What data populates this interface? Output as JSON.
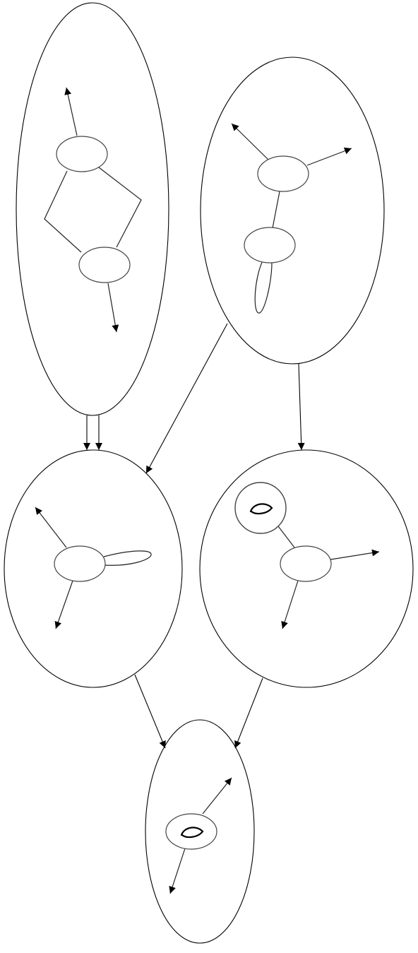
{
  "diagram": {
    "type": "nested-graph",
    "nodes": [
      {
        "id": "top-left",
        "inner_nodes": 2,
        "inner_marks": []
      },
      {
        "id": "top-right",
        "inner_nodes": 2,
        "inner_marks": []
      },
      {
        "id": "middle-left",
        "inner_nodes": 1,
        "inner_marks": []
      },
      {
        "id": "middle-right",
        "inner_nodes": 2,
        "inner_marks": [
          "horizontal-eye-glyph"
        ]
      },
      {
        "id": "bottom",
        "inner_nodes": 1,
        "inner_marks": [
          "horizontal-eye-glyph"
        ]
      }
    ],
    "edges": [
      {
        "from": "top-left",
        "to": "middle-left",
        "count": 2
      },
      {
        "from": "top-right",
        "to": "middle-left",
        "count": 1
      },
      {
        "from": "top-right",
        "to": "middle-right",
        "count": 1
      },
      {
        "from": "middle-left",
        "to": "bottom",
        "count": 1
      },
      {
        "from": "middle-right",
        "to": "bottom",
        "count": 1
      }
    ],
    "colors": {
      "stroke": "#000000",
      "inner_stroke": "#444444",
      "background": "#ffffff"
    }
  }
}
